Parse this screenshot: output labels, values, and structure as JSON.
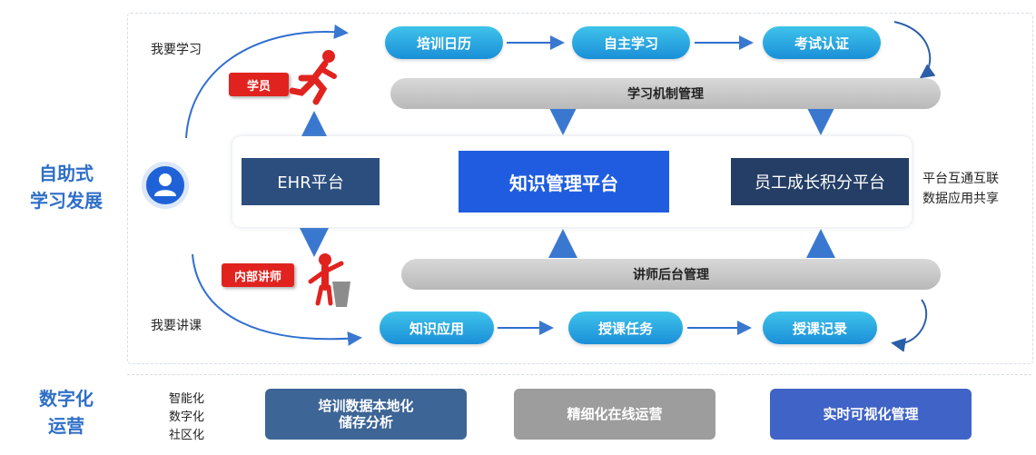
{
  "left_titles": {
    "self_learning": [
      "自助式",
      "学习发展"
    ],
    "digital_ops": [
      "数字化",
      "运营"
    ]
  },
  "learner": {
    "prompt": "我要学习",
    "role_tag": "学员",
    "flow": [
      "培训日历",
      "自主学习",
      "考试认证"
    ],
    "management_bar": "学习机制管理"
  },
  "platforms": {
    "ehr": "EHR平台",
    "knowledge": "知识管理平台",
    "growth": "员工成长积分平台",
    "side_note": [
      "平台互通互联",
      "数据应用共享"
    ]
  },
  "lecturer": {
    "prompt": "我要讲课",
    "role_tag": "内部讲师",
    "flow": [
      "知识应用",
      "授课任务",
      "授课记录"
    ],
    "management_bar": "讲师后台管理"
  },
  "digital": {
    "features": [
      "智能化",
      "数字化",
      "社区化"
    ],
    "boxes": [
      "培训数据本地化\n储存分析",
      "精细化在线运营",
      "实时可视化管理"
    ]
  },
  "colors": {
    "title_blue": "#2f6fc8",
    "pill_blue": "#1a8fd8",
    "ehr_navy": "#2b4e7e",
    "knowledge_blue": "#1f5ce0",
    "growth_navy": "#243e66",
    "tag_red": "#e1231f",
    "bottom_box_1": "#3d6595",
    "bottom_box_2": "#9d9d9d",
    "bottom_box_3": "#3f63c6"
  }
}
